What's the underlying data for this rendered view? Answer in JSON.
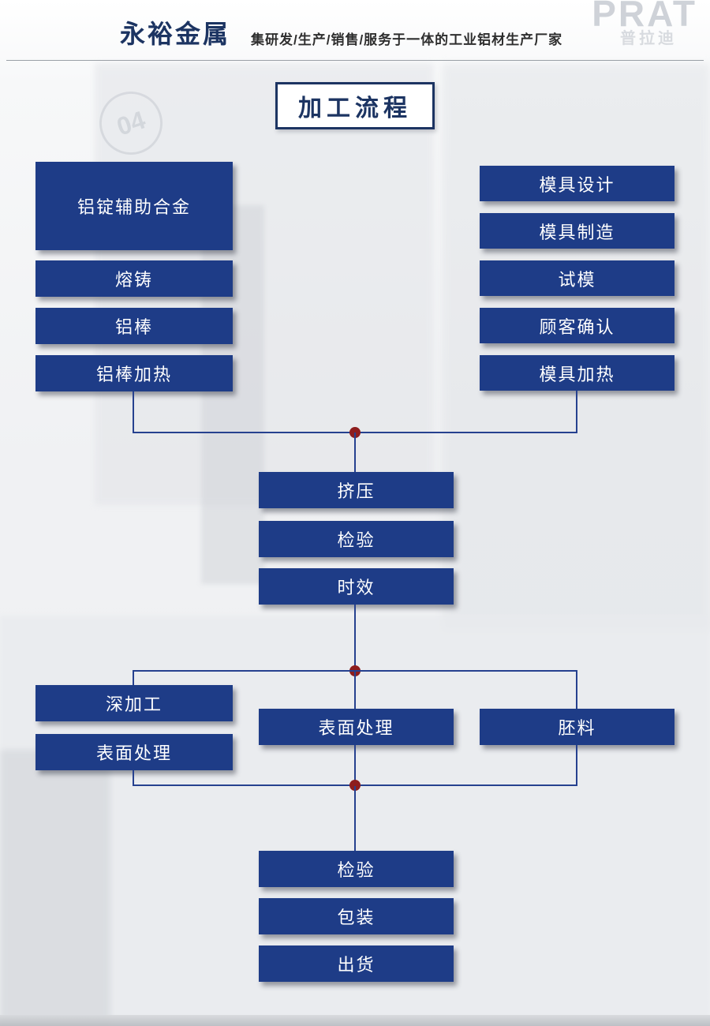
{
  "header": {
    "brand": "永裕金属",
    "tagline": "集研发/生产/销售/服务于一体的工业铝材生产厂家"
  },
  "background_watermark": {
    "logo_text": "PRAT",
    "logo_sub": "普拉迪",
    "machine_label": "04"
  },
  "page_title": "加工流程",
  "flow": {
    "left_top": [
      "铝锭辅助合金",
      "熔铸",
      "铝棒",
      "铝棒加热"
    ],
    "right_top": [
      "模具设计",
      "模具制造",
      "试模",
      "顾客确认",
      "模具加热"
    ],
    "center_mid": [
      "挤压",
      "检验",
      "时效"
    ],
    "branch_left": [
      "深加工",
      "表面处理"
    ],
    "branch_center": [
      "表面处理"
    ],
    "branch_right": [
      "胚料"
    ],
    "center_bottom": [
      "检验",
      "包装",
      "出货"
    ]
  },
  "colors": {
    "box_blue": "#1e3c87",
    "line_blue": "#26418f",
    "junction_red": "#8d1d1d",
    "brand_navy": "#1c3462"
  }
}
